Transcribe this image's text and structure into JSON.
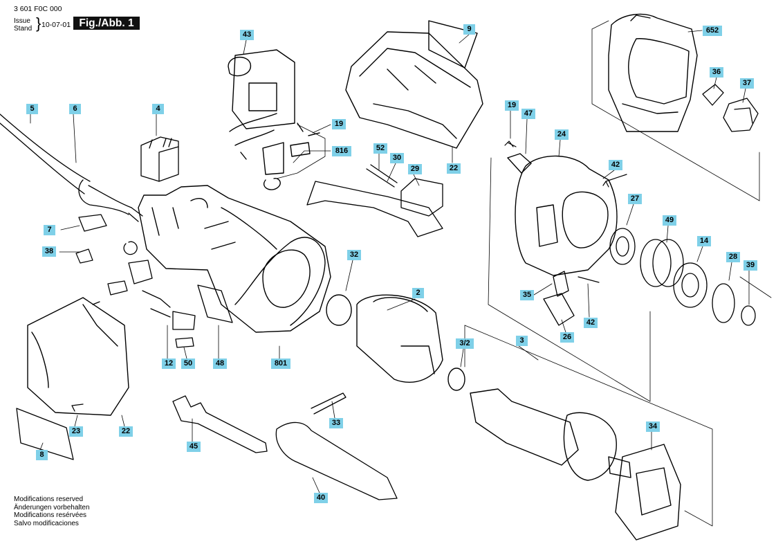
{
  "header": {
    "doc_number": "3 601 F0C 000",
    "issue_label": "Issue",
    "stand_label": "Stand",
    "date": "10-07-01",
    "fig_label": "Fig./Abb. 1"
  },
  "footer": {
    "lines": [
      "Modifications reserved",
      "Änderungen vorbehalten",
      "Modifications resérvées",
      "Salvo modificaciones"
    ]
  },
  "parts": [
    {
      "id": "43"
    },
    {
      "id": "9"
    },
    {
      "id": "652"
    },
    {
      "id": "5"
    },
    {
      "id": "6"
    },
    {
      "id": "4"
    },
    {
      "id": "19"
    },
    {
      "id": "816"
    },
    {
      "id": "36"
    },
    {
      "id": "37"
    },
    {
      "id": "52"
    },
    {
      "id": "30"
    },
    {
      "id": "29"
    },
    {
      "id": "22"
    },
    {
      "id": "47"
    },
    {
      "id": "24"
    },
    {
      "id": "42"
    },
    {
      "id": "27"
    },
    {
      "id": "49"
    },
    {
      "id": "14"
    },
    {
      "id": "28"
    },
    {
      "id": "39"
    },
    {
      "id": "7"
    },
    {
      "id": "38"
    },
    {
      "id": "32"
    },
    {
      "id": "2"
    },
    {
      "id": "35"
    },
    {
      "id": "26"
    },
    {
      "id": "3/2"
    },
    {
      "id": "3"
    },
    {
      "id": "12"
    },
    {
      "id": "50"
    },
    {
      "id": "48"
    },
    {
      "id": "801"
    },
    {
      "id": "23"
    },
    {
      "id": "8"
    },
    {
      "id": "45"
    },
    {
      "id": "33"
    },
    {
      "id": "40"
    },
    {
      "id": "34"
    }
  ],
  "label_text": {
    "l43": "43",
    "l9": "9",
    "l652": "652",
    "l5": "5",
    "l6": "6",
    "l4": "4",
    "l19a": "19",
    "l816": "816",
    "l36": "36",
    "l37": "37",
    "l52": "52",
    "l30": "30",
    "l29": "29",
    "l22a": "22",
    "l19b": "19",
    "l47": "47",
    "l24": "24",
    "l42a": "42",
    "l27": "27",
    "l49": "49",
    "l14": "14",
    "l28": "28",
    "l39": "39",
    "l7": "7",
    "l38": "38",
    "l32": "32",
    "l2": "2",
    "l35": "35",
    "l42b": "42",
    "l26": "26",
    "l3_2": "3/2",
    "l3": "3",
    "l12": "12",
    "l50": "50",
    "l48": "48",
    "l801": "801",
    "l23": "23",
    "l22b": "22",
    "l8": "8",
    "l45": "45",
    "l33": "33",
    "l40": "40",
    "l34": "34"
  },
  "colors": {
    "label_bg": "#7fd0e8",
    "line": "#000000",
    "fig_bg": "#111111"
  }
}
